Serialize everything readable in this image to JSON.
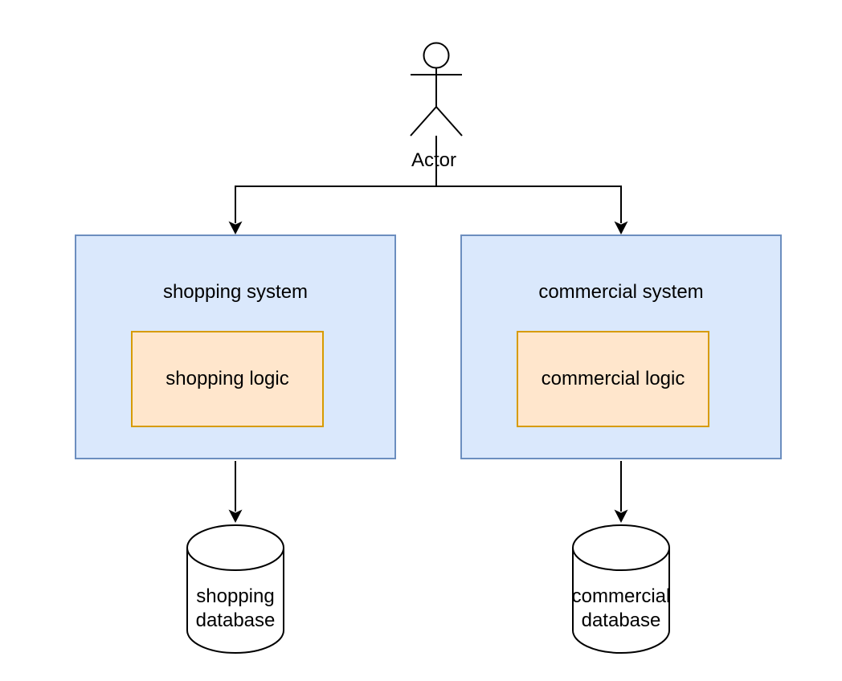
{
  "diagram": {
    "title": "actor / systems / databases flow diagram",
    "actor": {
      "label": "Actor"
    },
    "systems": [
      {
        "title": "shopping system",
        "logic_label": "shopping logic"
      },
      {
        "title": "commercial system",
        "logic_label": "commercial logic"
      }
    ],
    "databases": [
      {
        "line1": "shopping",
        "line2": "database"
      },
      {
        "line1": "commercial",
        "line2": "database"
      }
    ],
    "colors": {
      "system_fill": "#dae8fc",
      "system_border": "#6c8ebf",
      "logic_fill": "#ffe6cc",
      "logic_border": "#d79b00",
      "connector": "#000000",
      "background": "#ffffff"
    }
  }
}
